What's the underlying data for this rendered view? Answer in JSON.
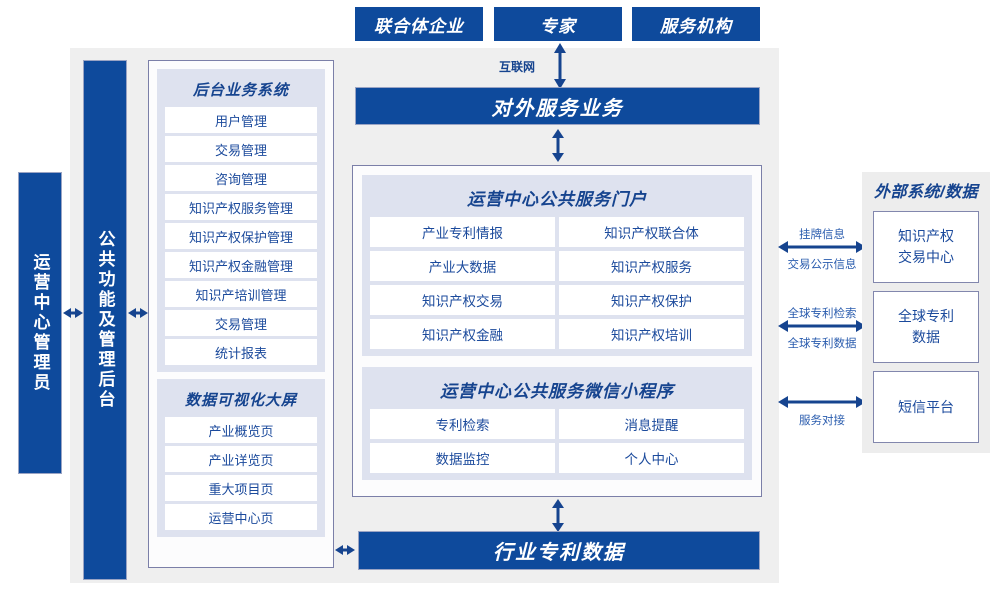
{
  "top_actors": [
    {
      "label": "联合体企业"
    },
    {
      "label": "专家"
    },
    {
      "label": "服务机构"
    }
  ],
  "connectors": {
    "internet": "互联网",
    "listing_info": "挂牌信息",
    "trade_public_info": "交易公示信息",
    "global_patent_search": "全球专利检索",
    "global_patent_data": "全球专利数据",
    "service_docking": "服务对接"
  },
  "left_columns": {
    "operator": "运营中心管理员",
    "common_backend": "公共功能及管理后台"
  },
  "backend_panel": {
    "business_system": {
      "title": "后台业务系统",
      "items": [
        "用户管理",
        "交易管理",
        "咨询管理",
        "知识产权服务管理",
        "知识产权保护管理",
        "知识产权金融管理",
        "知识产培训管理",
        "交易管理",
        "统计报表"
      ]
    },
    "visualization": {
      "title": "数据可视化大屏",
      "items": [
        "产业概览页",
        "产业详览页",
        "重大项目页",
        "运营中心页"
      ]
    }
  },
  "external_service_bar": "对外服务业务",
  "center_panel": {
    "portal": {
      "title": "运营中心公共服务门户",
      "items": [
        "产业专利情报",
        "知识产权联合体",
        "产业大数据",
        "知识产权服务",
        "知识产权交易",
        "知识产权保护",
        "知识产权金融",
        "知识产权培训"
      ]
    },
    "miniprogram": {
      "title": "运营中心公共服务微信小程序",
      "items": [
        "专利检索",
        "消息提醒",
        "数据监控",
        "个人中心"
      ]
    }
  },
  "bottom_bar": "行业专利数据",
  "external_panel": {
    "title": "外部系统/数据",
    "items": [
      "知识产权\n交易中心",
      "全球专利\n数据",
      "短信平台"
    ]
  },
  "colors": {
    "brand_blue": "#0e4a9c",
    "text_blue": "#1b4a9c",
    "frame_gray": "#efefef",
    "group_lavender": "#dee2ef",
    "panel_border": "#7b7fa8"
  }
}
